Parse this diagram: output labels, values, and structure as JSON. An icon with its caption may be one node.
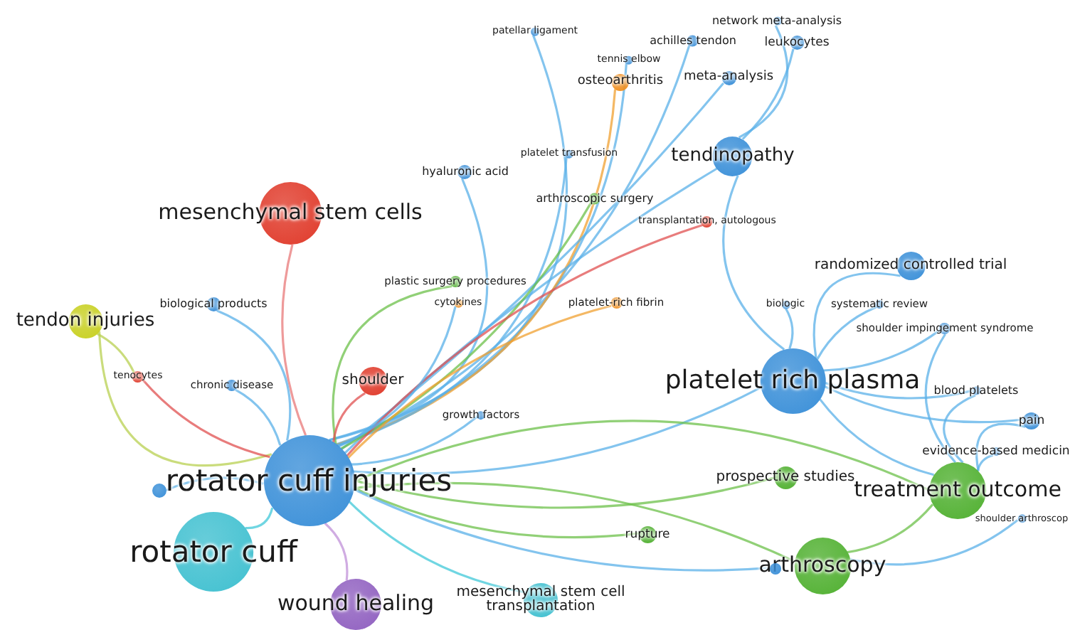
{
  "diagram": {
    "nodes": [
      {
        "text": [
          "patellar ligament"
        ]
      },
      {
        "text": [
          "network meta-analysis"
        ]
      },
      {
        "text": [
          "achilles tendon"
        ]
      },
      {
        "text": [
          "leukocytes"
        ]
      },
      {
        "text": [
          "tennis elbow"
        ]
      },
      {
        "text": [
          "osteoarthritis"
        ]
      },
      {
        "text": [
          "meta-analysis"
        ]
      },
      {
        "text": [
          "tendinopathy"
        ]
      },
      {
        "text": [
          "platelet transfusion"
        ]
      },
      {
        "text": [
          "hyaluronic acid"
        ]
      },
      {
        "text": [
          "mesenchymal stem cells"
        ]
      },
      {
        "text": [
          "arthroscopic surgery"
        ]
      },
      {
        "text": [
          "transplantation, autologous"
        ]
      },
      {
        "text": [
          "randomized controlled trial"
        ]
      },
      {
        "text": [
          "plastic surgery procedures"
        ]
      },
      {
        "text": [
          "cytokines"
        ]
      },
      {
        "text": [
          "platelet-rich fibrin"
        ]
      },
      {
        "text": [
          "biologic"
        ]
      },
      {
        "text": [
          "systematic review"
        ]
      },
      {
        "text": [
          "biological products"
        ]
      },
      {
        "text": [
          "tendon injuries"
        ]
      },
      {
        "text": [
          "shoulder impingement syndrome"
        ]
      },
      {
        "text": [
          "tenocytes"
        ]
      },
      {
        "text": [
          "chronic disease"
        ]
      },
      {
        "text": [
          "shoulder"
        ]
      },
      {
        "text": [
          "platelet rich plasma"
        ]
      },
      {
        "text": [
          "blood platelets"
        ]
      },
      {
        "text": [
          "growth factors"
        ]
      },
      {
        "text": [
          "pain"
        ]
      },
      {
        "text": [
          "rotator cuff injuries"
        ]
      },
      {
        "text": [],
        "shape": "circle"
      },
      {
        "text": [
          "evidence-based medicin"
        ]
      },
      {
        "text": [
          "prospective studies"
        ]
      },
      {
        "text": [
          "treatment outcome"
        ]
      },
      {
        "text": [
          "shoulder arthroscop"
        ]
      },
      {
        "text": [
          "rotator cuff"
        ]
      },
      {
        "text": [
          "rupture"
        ]
      },
      {
        "text": [
          "arthroscopy"
        ]
      },
      {
        "text": [],
        "shape": "circle"
      },
      {
        "text": [
          "wound healing"
        ]
      },
      {
        "text": [
          "mesenchymal stem cell transplantation"
        ]
      }
    ],
    "edges": [
      {
        "from": 29,
        "to": 0,
        "arrow": "none"
      },
      {
        "from": 7,
        "to": 1,
        "arrow": "none"
      },
      {
        "from": 29,
        "to": 2,
        "arrow": "none"
      },
      {
        "from": 7,
        "to": 3,
        "arrow": "none"
      },
      {
        "from": 29,
        "to": 4,
        "arrow": "none"
      },
      {
        "from": 29,
        "to": 5,
        "arrow": "none",
        "color": "#f0a030"
      },
      {
        "from": 29,
        "to": 6,
        "arrow": "none"
      },
      {
        "from": 29,
        "to": 7,
        "arrow": "none"
      },
      {
        "from": 29,
        "to": 8,
        "arrow": "none"
      },
      {
        "from": 29,
        "to": 9,
        "arrow": "none"
      },
      {
        "from": 29,
        "to": 10,
        "arrow": "none",
        "color": "#e87878"
      },
      {
        "from": 29,
        "to": 11,
        "arrow": "none",
        "color": "#6cc04a"
      },
      {
        "from": 29,
        "to": 12,
        "arrow": "none",
        "color": "#e05050"
      },
      {
        "from": 25,
        "to": 18,
        "arrow": "none"
      },
      {
        "from": 29,
        "to": 14,
        "arrow": "none",
        "color": "#6cc04a"
      },
      {
        "from": 29,
        "to": 15,
        "arrow": "none"
      },
      {
        "from": 29,
        "to": 16,
        "arrow": "none",
        "color": "#f0a030"
      },
      {
        "from": 25,
        "to": 17,
        "arrow": "none"
      },
      {
        "from": 7,
        "to": 25,
        "arrow": "none"
      },
      {
        "from": 29,
        "to": 19,
        "arrow": "none"
      },
      {
        "from": 29,
        "to": 20,
        "arrow": "none",
        "color": "#b8d050"
      },
      {
        "from": 25,
        "to": 21,
        "arrow": "none"
      },
      {
        "from": 29,
        "to": 22,
        "arrow": "none",
        "color": "#e05050"
      },
      {
        "from": 29,
        "to": 23,
        "arrow": "none"
      },
      {
        "from": 29,
        "to": 24,
        "arrow": "none",
        "color": "#e05050"
      },
      {
        "from": 29,
        "to": 25,
        "arrow": "none"
      },
      {
        "from": 33,
        "to": 26,
        "arrow": "none"
      },
      {
        "from": 29,
        "to": 27,
        "arrow": "none"
      },
      {
        "from": 25,
        "to": 28,
        "arrow": "none"
      },
      {
        "from": 29,
        "to": 30,
        "arrow": "none"
      },
      {
        "from": 33,
        "to": 31,
        "arrow": "none"
      },
      {
        "from": 29,
        "to": 32,
        "arrow": "none",
        "color": "#6cc04a"
      },
      {
        "from": 29,
        "to": 33,
        "arrow": "none",
        "color": "#6cc04a"
      },
      {
        "from": 37,
        "to": 34,
        "arrow": "none"
      },
      {
        "from": 29,
        "to": 35,
        "arrow": "none",
        "color": "#40c8d8"
      },
      {
        "from": 29,
        "to": 36,
        "arrow": "none",
        "color": "#6cc04a"
      },
      {
        "from": 29,
        "to": 37,
        "arrow": "none",
        "color": "#6cc04a"
      },
      {
        "from": 29,
        "to": 38,
        "arrow": "none"
      },
      {
        "from": 29,
        "to": 39,
        "arrow": "none",
        "color": "#c090d8"
      },
      {
        "from": 29,
        "to": 40,
        "arrow": "none",
        "color": "#40c8d8"
      },
      {
        "from": 25,
        "to": 13,
        "arrow": "none"
      },
      {
        "from": 25,
        "to": 26,
        "arrow": "none"
      },
      {
        "from": 25,
        "to": 33,
        "arrow": "none"
      },
      {
        "from": 33,
        "to": 28,
        "arrow": "none"
      },
      {
        "from": 33,
        "to": 21,
        "arrow": "none"
      },
      {
        "from": 37,
        "to": 33,
        "arrow": "none",
        "color": "#6cc04a"
      },
      {
        "from": 20,
        "to": 22,
        "arrow": "none",
        "color": "#b8d050"
      }
    ]
  }
}
